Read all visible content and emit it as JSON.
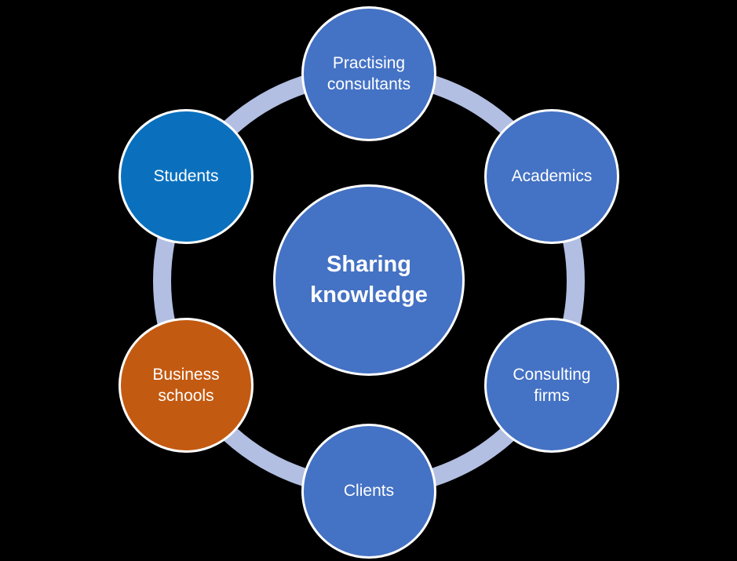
{
  "diagram": {
    "background": "#000000",
    "ring_color": "#B2BFE2",
    "node_border_color": "#FFFFFF",
    "text_color": "#FFFFFF",
    "center": {
      "label": "Sharing knowledge",
      "color": "#4472C4"
    },
    "nodes": [
      {
        "id": "practising-consultants",
        "label": "Practising consultants",
        "color": "#4472C4",
        "position": "top"
      },
      {
        "id": "academics",
        "label": "Academics",
        "color": "#4472C4",
        "position": "upper-right"
      },
      {
        "id": "consulting-firms",
        "label": "Consulting firms",
        "color": "#4472C4",
        "position": "lower-right"
      },
      {
        "id": "clients",
        "label": "Clients",
        "color": "#4472C4",
        "position": "bottom"
      },
      {
        "id": "business-schools",
        "label": "Business schools",
        "color": "#C35A11",
        "position": "lower-left"
      },
      {
        "id": "students",
        "label": "Students",
        "color": "#0A70BE",
        "position": "upper-left"
      }
    ]
  }
}
